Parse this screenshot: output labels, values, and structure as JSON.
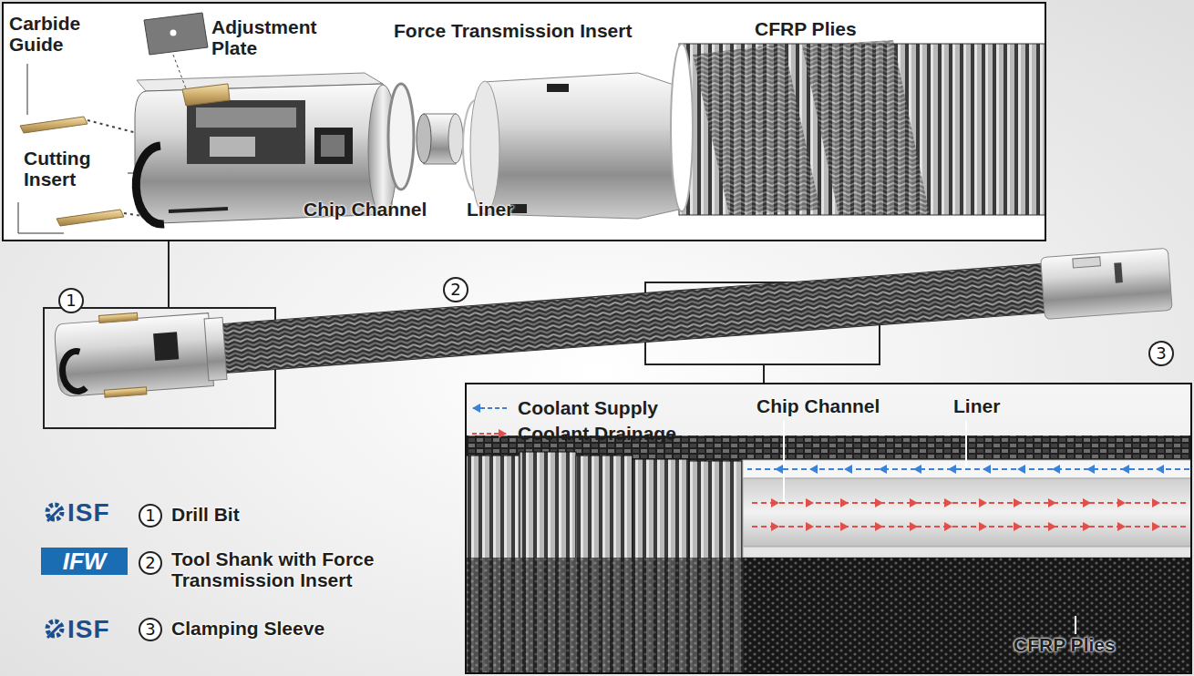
{
  "diagram": {
    "nodes": [
      {
        "text": [
          "Carbide Guide",
          "Adjustment Plate",
          "Force Transmission Insert",
          "CFRP Plies",
          "Cutting Insert",
          "Chip Channel",
          "Liner"
        ]
      },
      {
        "text": [
          "Chip Channel",
          "Liner",
          "CFRP Plies"
        ]
      }
    ],
    "labels": [
      "1",
      "2",
      "3",
      "ISF",
      "1",
      "Drill Bit",
      "IFW",
      "2",
      "Tool Shank with Force Transmission Insert",
      "ISF",
      "3",
      "Clamping Sleeve"
    ],
    "legend": [
      {
        "text": "Coolant Supply"
      },
      {
        "text": "Coolant Drainage"
      }
    ]
  }
}
